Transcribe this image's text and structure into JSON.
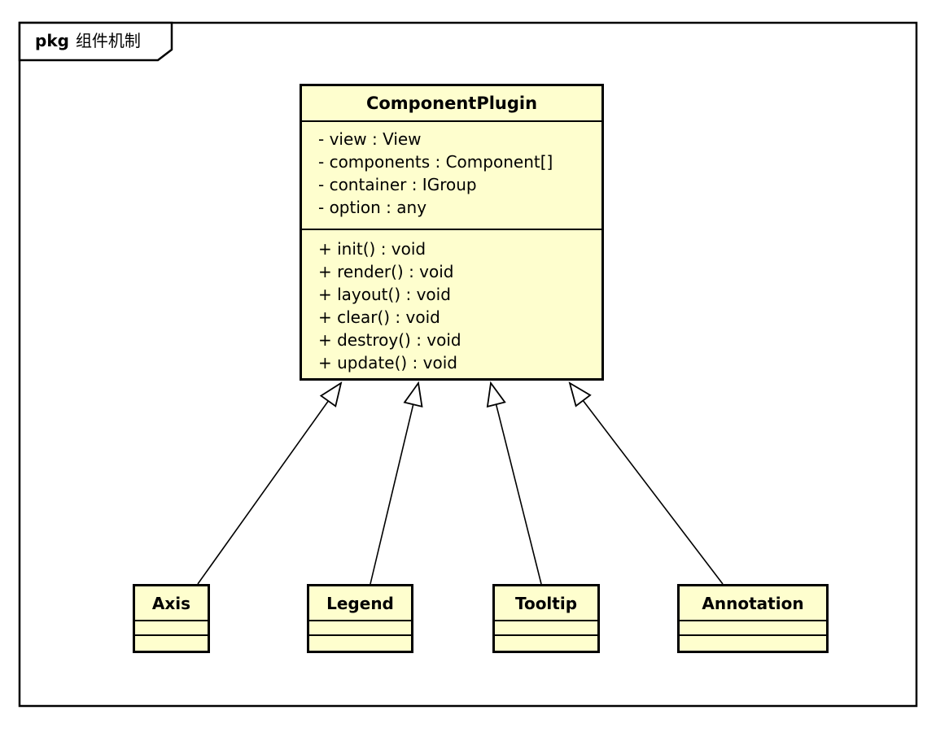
{
  "diagram": {
    "type": "uml-class-diagram",
    "package": {
      "keyword": "pkg",
      "name": "组件机制"
    }
  },
  "colors": {
    "class_fill": "#FEFECE",
    "line": "#000000",
    "background": "#FFFFFF"
  },
  "classes": {
    "main": {
      "name": "ComponentPlugin",
      "attributes": [
        "- view : View",
        "- components : Component[]",
        "- container : IGroup",
        "- option : any"
      ],
      "methods": [
        "+ init() : void",
        "+ render() : void",
        "+ layout() : void",
        "+ clear() : void",
        "+ destroy() : void",
        "+ update() : void"
      ]
    },
    "subclasses": [
      {
        "name": "Axis",
        "attributes": [],
        "methods": []
      },
      {
        "name": "Legend",
        "attributes": [],
        "methods": []
      },
      {
        "name": "Tooltip",
        "attributes": [],
        "methods": []
      },
      {
        "name": "Annotation",
        "attributes": [],
        "methods": []
      }
    ]
  },
  "relationships": [
    {
      "from": "Axis",
      "to": "ComponentPlugin",
      "type": "generalization"
    },
    {
      "from": "Legend",
      "to": "ComponentPlugin",
      "type": "generalization"
    },
    {
      "from": "Tooltip",
      "to": "ComponentPlugin",
      "type": "generalization"
    },
    {
      "from": "Annotation",
      "to": "ComponentPlugin",
      "type": "generalization"
    }
  ]
}
